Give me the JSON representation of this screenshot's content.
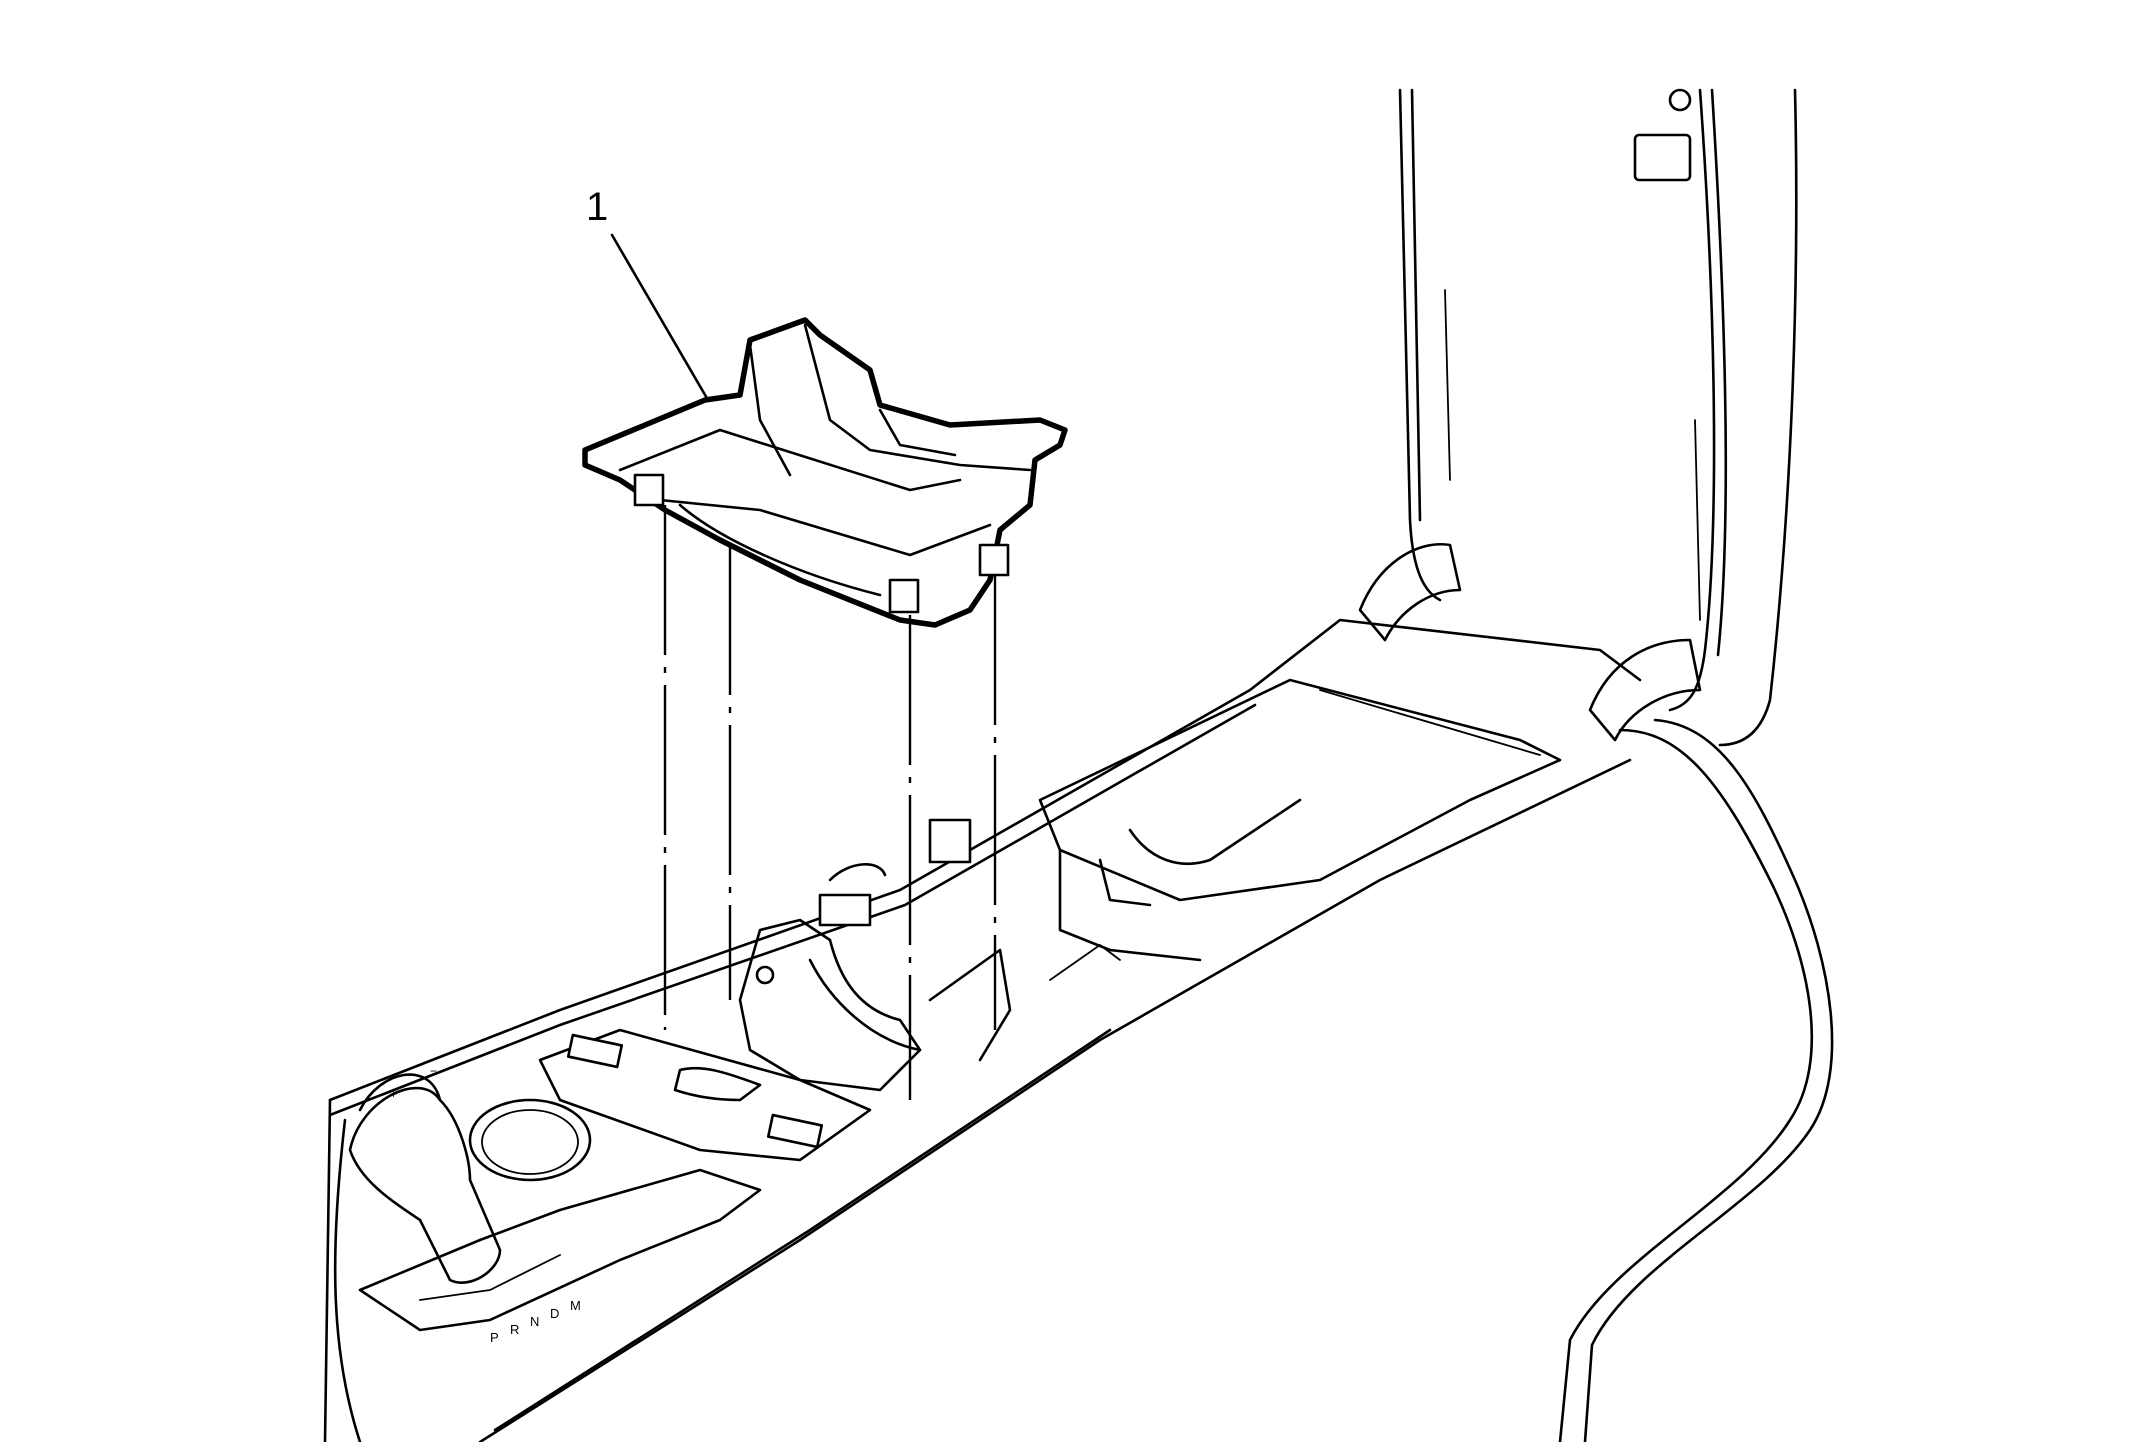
{
  "callouts": [
    {
      "label": "1"
    }
  ],
  "shifter": {
    "plus_symbol": "+",
    "minus_symbol": "−",
    "gear_positions": [
      "P",
      "R",
      "N",
      "D",
      "M"
    ]
  }
}
